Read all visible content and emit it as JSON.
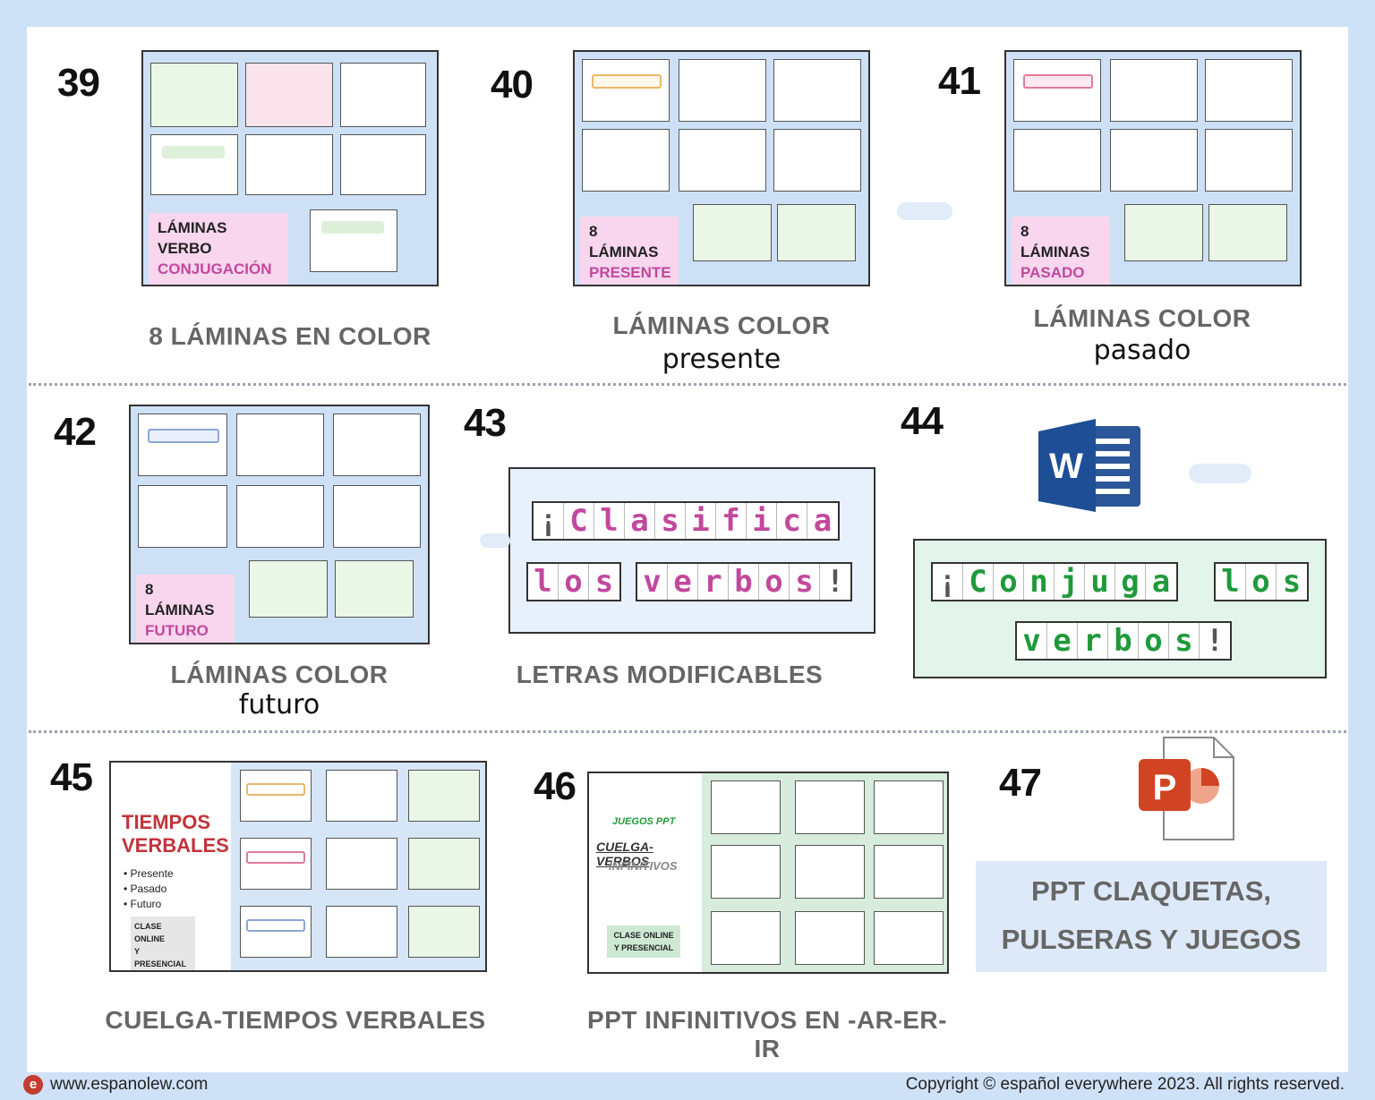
{
  "items": [
    {
      "num": "39",
      "caption": "8 LÁMINAS EN COLOR",
      "badge_line1": "LÁMINAS VERBO",
      "badge_line2": "CONJUGACIÓN"
    },
    {
      "num": "40",
      "caption": "LÁMINAS COLOR",
      "caption2": "presente",
      "badge_line1": "8 LÁMINAS",
      "badge_line2": "PRESENTE"
    },
    {
      "num": "41",
      "caption": "LÁMINAS COLOR",
      "caption2": "pasado",
      "badge_line1": "8 LÁMINAS",
      "badge_line2": "PASADO"
    },
    {
      "num": "42",
      "caption": "LÁMINAS COLOR",
      "caption2": "futuro",
      "badge_line1": "8 LÁMINAS",
      "badge_line2": "FUTURO"
    },
    {
      "num": "43",
      "caption": "LETRAS MODIFICABLES"
    },
    {
      "num": "44"
    },
    {
      "num": "45",
      "caption": "CUELGA-TIEMPOS VERBALES",
      "title_line1": "TIEMPOS",
      "title_line2": "VERBALES",
      "bullets": [
        "Presente",
        "Pasado",
        "Futuro"
      ],
      "tag_line1": "CLASE ONLINE",
      "tag_line2": "Y PRESENCIAL"
    },
    {
      "num": "46",
      "caption": "PPT INFINITIVOS EN -AR-ER-IR",
      "game_label": "JUEGOS PPT",
      "title_line1": "CUELGA-VERBOS",
      "title_line2": "INFINITIVOS",
      "tag_line1": "CLASE ONLINE",
      "tag_line2": "Y PRESENCIAL"
    },
    {
      "num": "47",
      "caption_line1": "PPT CLAQUETAS,",
      "caption_line2": "PULSERAS Y JUEGOS"
    }
  ],
  "word_box_43": {
    "line1": [
      "¡",
      "C",
      "l",
      "a",
      "s",
      "i",
      "f",
      "i",
      "c",
      "a"
    ],
    "line2a": [
      "l",
      "o",
      "s"
    ],
    "line2b": [
      "v",
      "e",
      "r",
      "b",
      "o",
      "s",
      "!"
    ]
  },
  "word_box_44": {
    "line1a": [
      "¡",
      "C",
      "o",
      "n",
      "j",
      "u",
      "g",
      "a"
    ],
    "line1b": [
      "l",
      "o",
      "s"
    ],
    "line2": [
      "v",
      "e",
      "r",
      "b",
      "o",
      "s",
      "!"
    ]
  },
  "icons": {
    "word": "word-icon",
    "powerpoint": "powerpoint-icon"
  },
  "colors": {
    "pink_text": "#c2489d",
    "green_text": "#1f9a3a",
    "word_blue": "#2b579a",
    "ppt_orange": "#d04423"
  },
  "footer": {
    "website": "www.espanolew.com",
    "copyright": "Copyright © español everywhere 2023. All rights reserved."
  }
}
